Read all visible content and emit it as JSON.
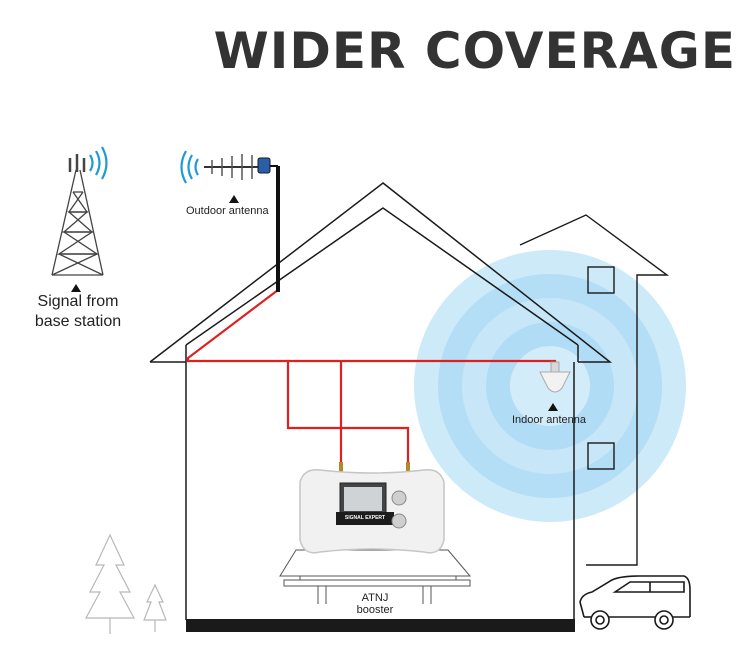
{
  "title": "WIDER COVERAGE",
  "labels": {
    "signal_line1": "Signal from",
    "signal_line2": "base station",
    "outdoor_antenna": "Outdoor antenna",
    "indoor_antenna": "Indoor antenna",
    "booster_line1": "ATNJ",
    "booster_line2": "booster"
  },
  "device": {
    "brand": "SIGNAL EXPERT"
  },
  "colors": {
    "cable": "#e0201e",
    "coverage": "#7fc8ee",
    "signal_waves": "#1f9ad6",
    "outline": "#1a1a1a"
  }
}
